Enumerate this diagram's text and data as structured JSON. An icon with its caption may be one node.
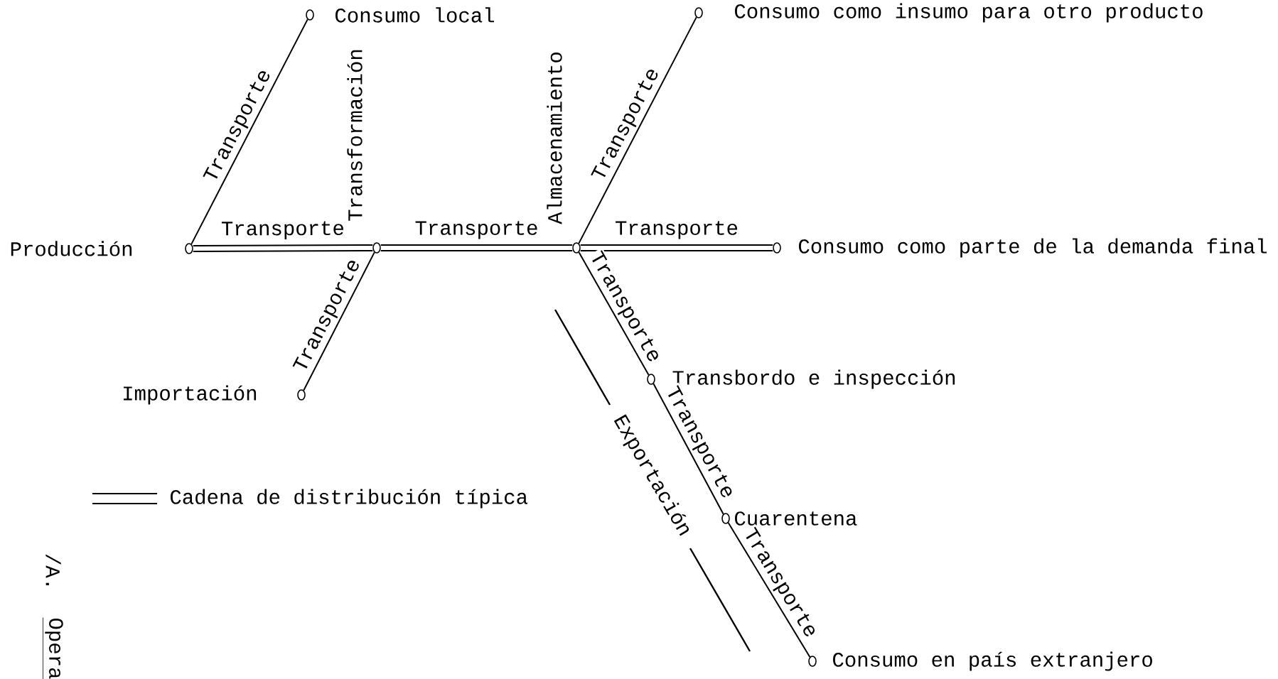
{
  "diagram": {
    "nodes": [
      {
        "text": [],
        "shape": "circle",
        "beside": [
          "Producción"
        ]
      },
      {
        "text": [],
        "shape": "circle",
        "beside": [
          "Consumo local"
        ]
      },
      {
        "text": [],
        "shape": "circle",
        "beside": [
          "Transformación"
        ]
      },
      {
        "text": [],
        "shape": "circle",
        "beside": [
          "Almacenamiento"
        ]
      },
      {
        "text": [],
        "shape": "circle",
        "beside": [
          "Consumo como insumo para otro producto"
        ]
      },
      {
        "text": [],
        "shape": "circle",
        "beside": [
          "Consumo como parte de la demanda final"
        ]
      },
      {
        "text": [],
        "shape": "circle",
        "beside": [
          "Importación"
        ]
      },
      {
        "text": [],
        "shape": "circle",
        "beside": [
          "Transbordo e inspección"
        ]
      },
      {
        "text": [],
        "shape": "circle",
        "beside": [
          "Cuarentena"
        ]
      },
      {
        "text": [],
        "shape": "circle",
        "beside": [
          "Consumo en país extranjero"
        ]
      }
    ],
    "edges": [
      {
        "from": 0,
        "to": 1,
        "arrow": "none",
        "label": "Transporte"
      },
      {
        "from": 0,
        "to": 2,
        "arrow": "none",
        "label": "Transporte",
        "style": "thick"
      },
      {
        "from": 2,
        "to": 3,
        "arrow": "none",
        "label": "Transporte",
        "style": "thick"
      },
      {
        "from": 3,
        "to": 4,
        "arrow": "none",
        "label": "Transporte"
      },
      {
        "from": 3,
        "to": 5,
        "arrow": "none",
        "label": "Transporte",
        "style": "thick"
      },
      {
        "from": 6,
        "to": 2,
        "arrow": "none",
        "label": "Transporte"
      },
      {
        "from": 3,
        "to": 7,
        "arrow": "none",
        "label": "Transporte"
      },
      {
        "from": 7,
        "to": 8,
        "arrow": "none",
        "label": "Transporte"
      },
      {
        "from": 8,
        "to": 9,
        "arrow": "none",
        "label": "Transporte"
      }
    ],
    "labels": [
      "Exportación",
      "/A.",
      "Opera"
    ],
    "legend": [
      {
        "text": "Cadena de distribución típica"
      }
    ]
  }
}
